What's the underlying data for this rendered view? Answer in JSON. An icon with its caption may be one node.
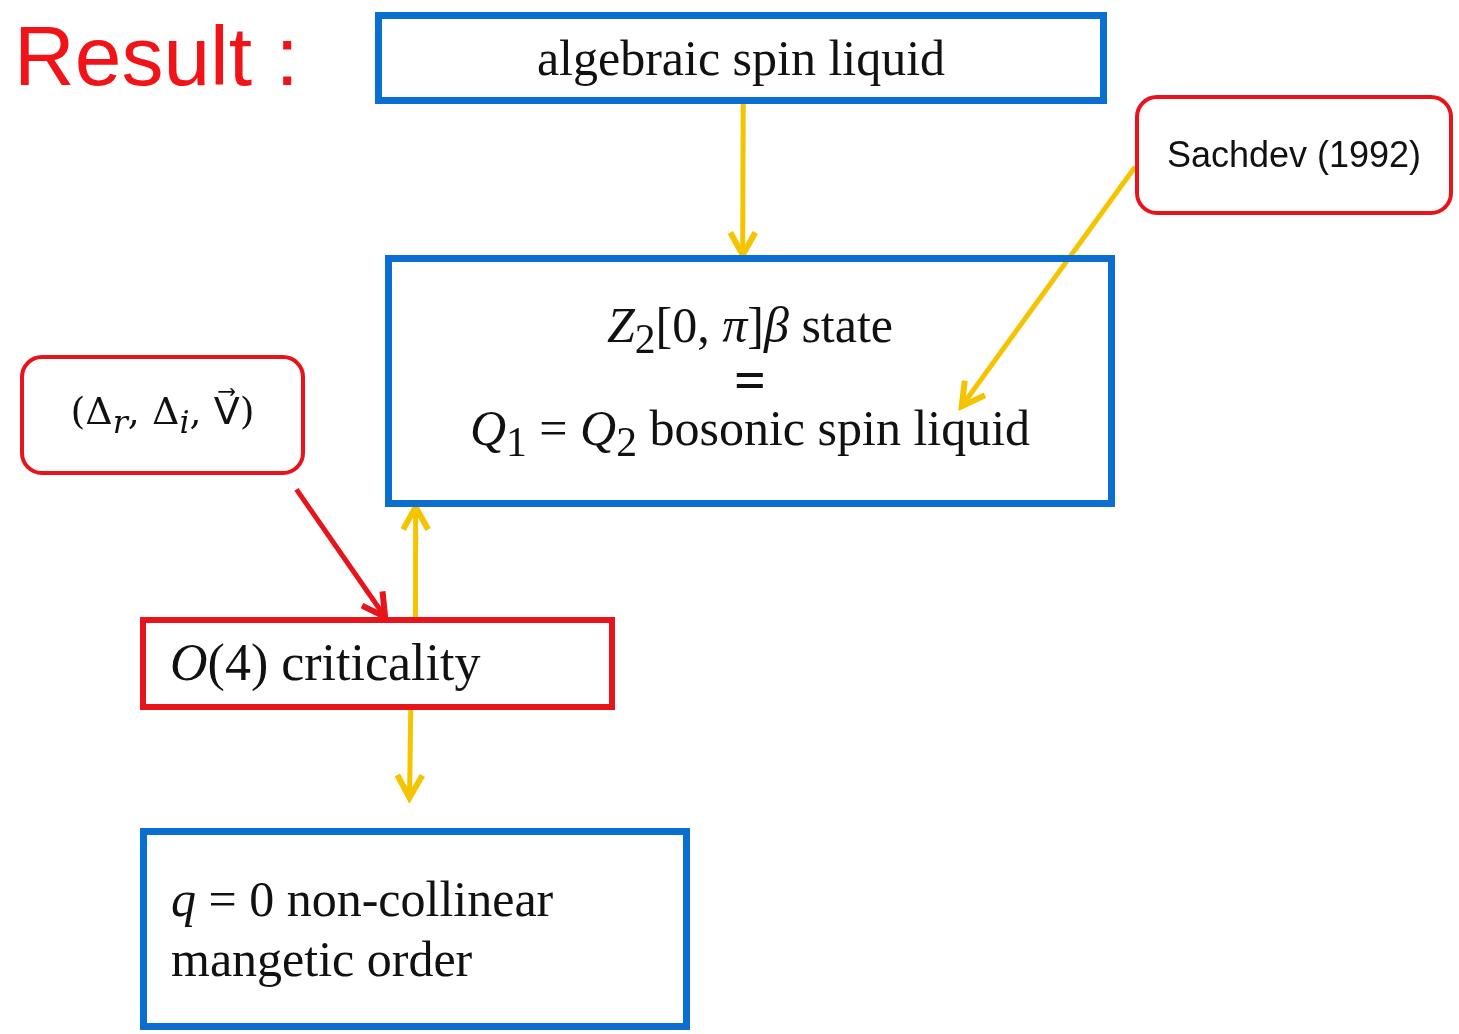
{
  "diagram": {
    "title": "Result :",
    "nodes": [
      {
        "text": [
          "algebraic spin liquid"
        ]
      },
      {
        "text": [
          "Sachdev (1992)"
        ]
      },
      {
        "text": [
          "*Z*$_{2}$[0, *π*]*β* state",
          "=",
          "*Q*$_{1}$ = *Q*$_{2}$ bosonic spin liquid"
        ]
      },
      {
        "text": [
          "(Δ$_{r}$, Δ$_{i}$, V⃗)"
        ]
      },
      {
        "text": [
          "*O*(4) criticality"
        ]
      },
      {
        "text": [
          "*q* = 0 non-collinear mangetic order"
        ]
      }
    ],
    "edges": [
      {
        "from": 0,
        "to": 2,
        "arrow": "to"
      },
      {
        "from": 1,
        "to": 2,
        "arrow": "to"
      },
      {
        "from": 3,
        "to": 4,
        "arrow": "to",
        "color": "#e8141c"
      },
      {
        "from": 4,
        "to": 2,
        "arrow": "to"
      },
      {
        "from": 4,
        "to": 5,
        "arrow": "to"
      }
    ]
  }
}
